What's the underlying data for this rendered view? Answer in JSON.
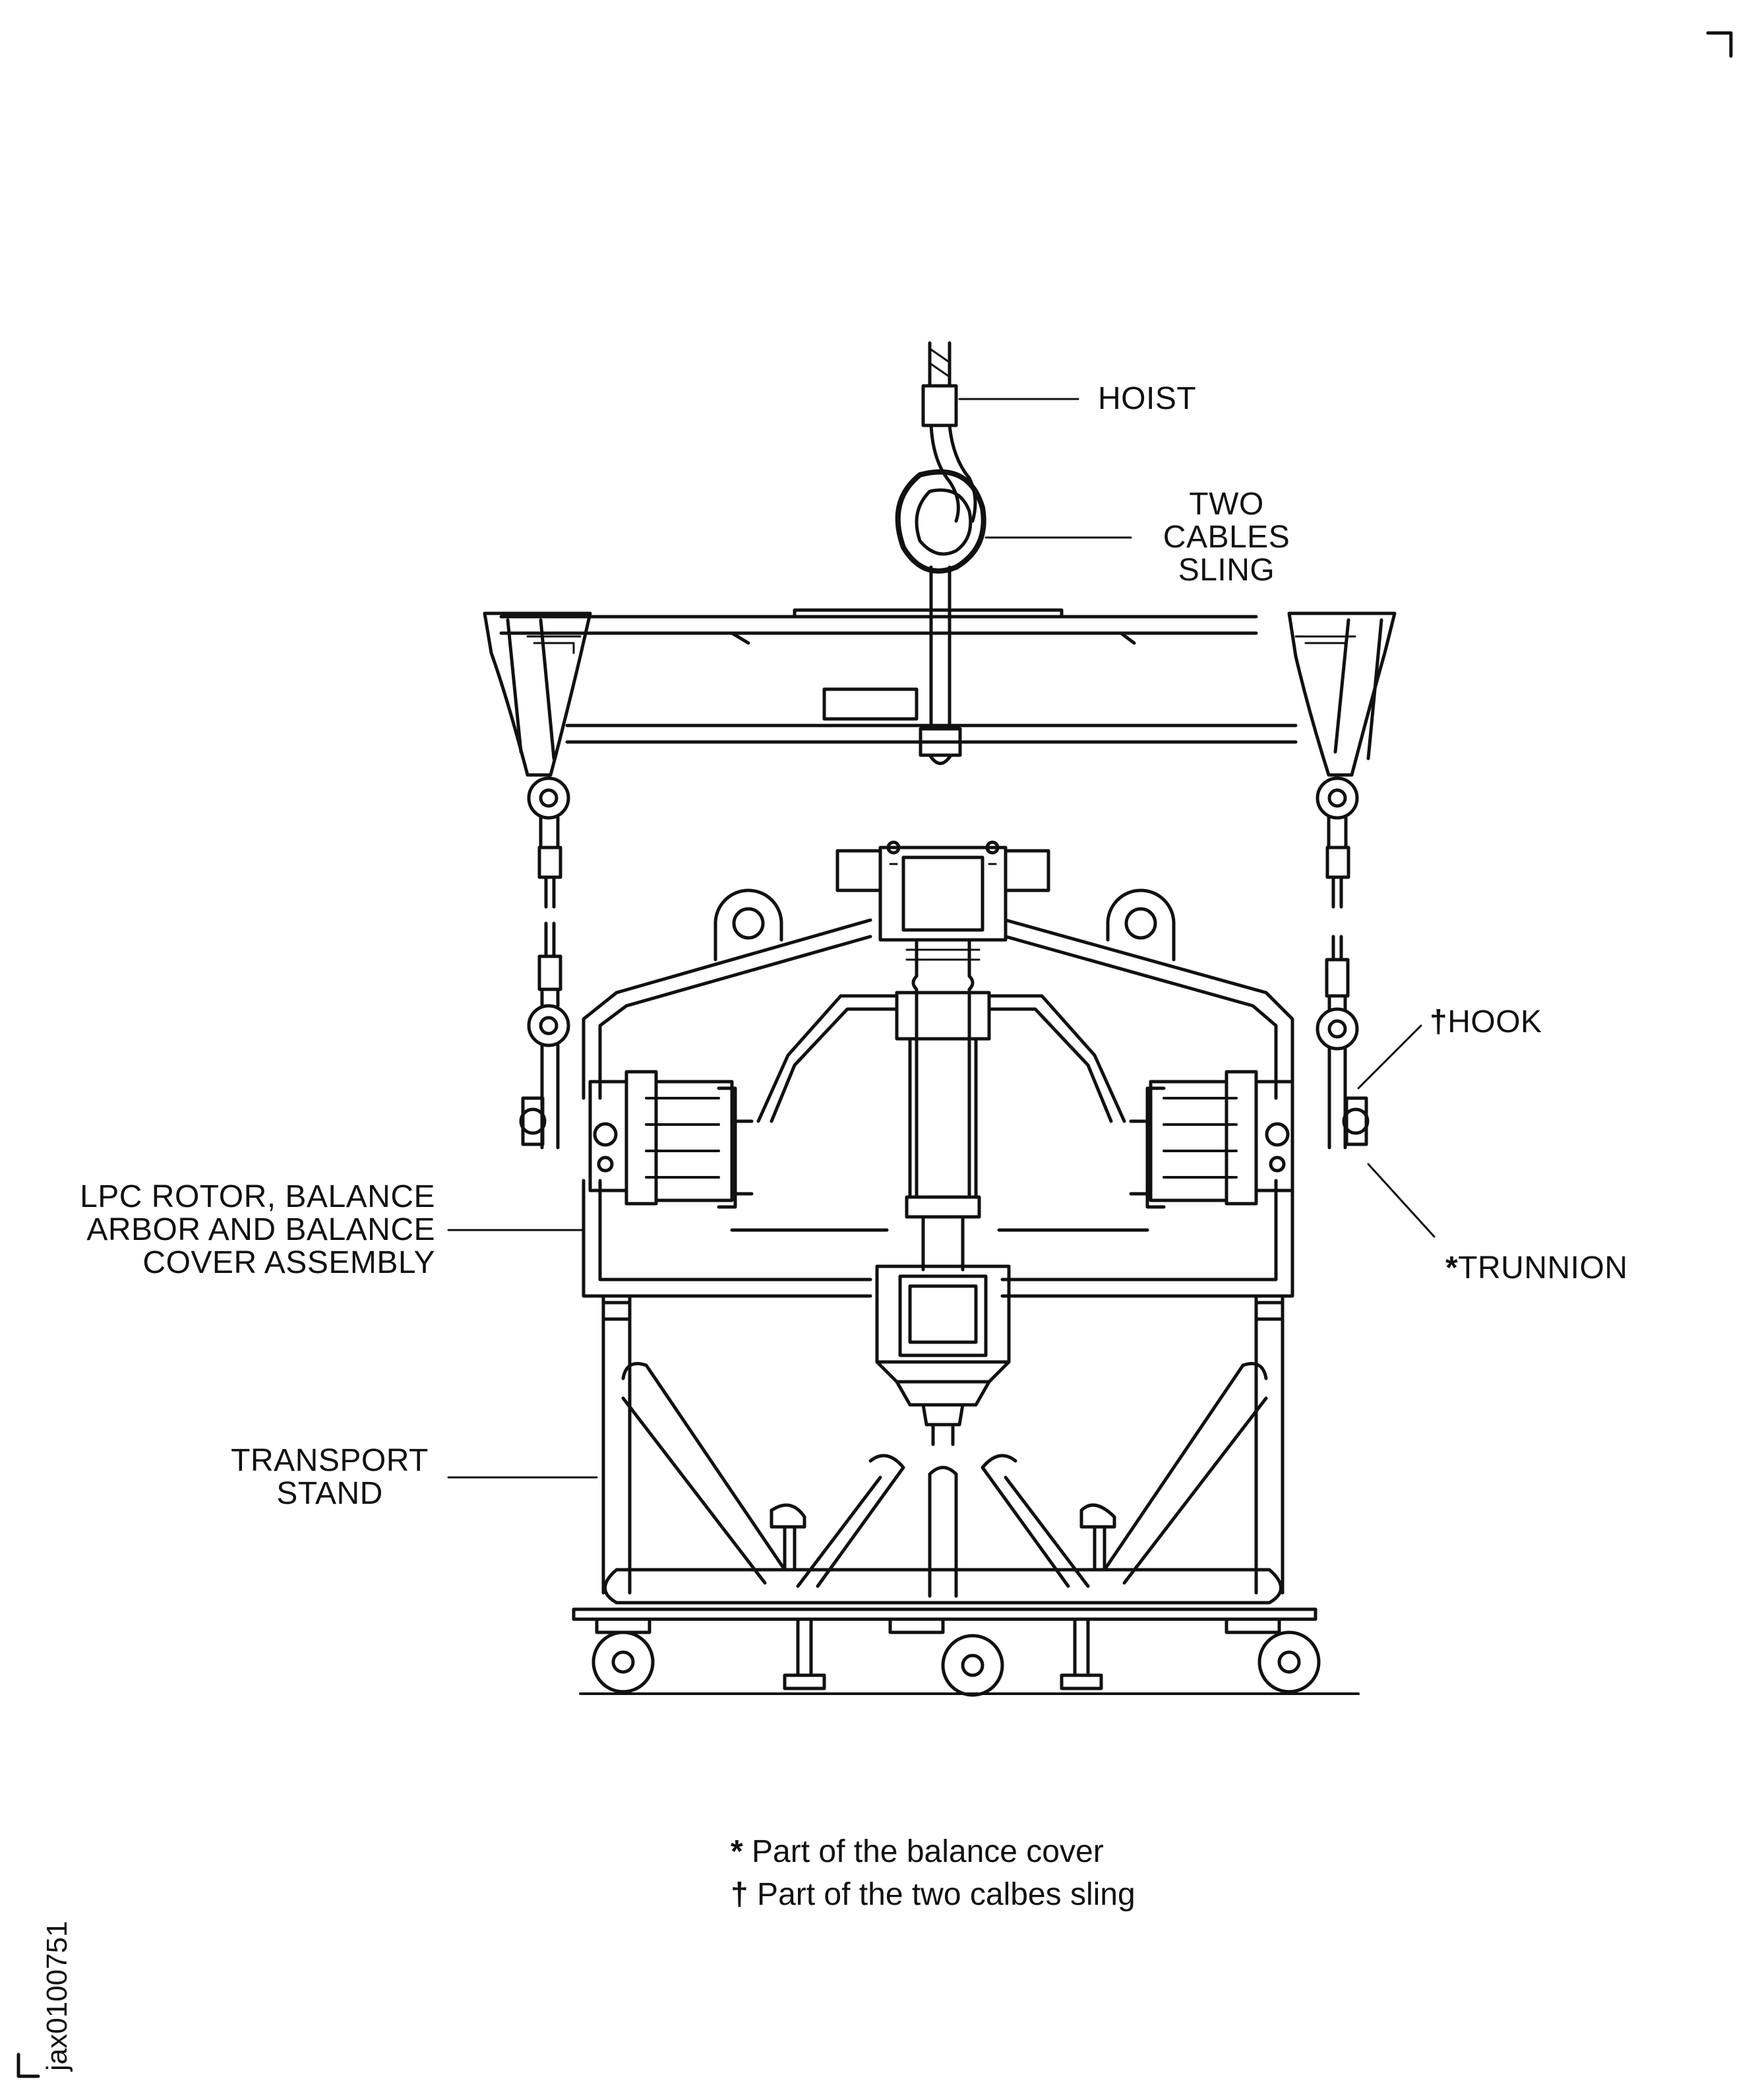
{
  "labels": {
    "hoist": "HOIST",
    "two_cables_sling_1": "TWO",
    "two_cables_sling_2": "CABLES",
    "two_cables_sling_3": "SLING",
    "hook": "HOOK",
    "hook_mark": "†",
    "trunnion": "TRUNNION",
    "trunnion_mark": "*",
    "lpc_1": "LPC ROTOR, BALANCE",
    "lpc_2": "ARBOR AND BALANCE",
    "lpc_3": "COVER ASSEMBLY",
    "transport_1": "TRANSPORT",
    "transport_2": "STAND"
  },
  "legend": {
    "item1_mark": "*",
    "item1_text": "Part of the balance cover",
    "item2_mark": "†",
    "item2_text": "Part of the two calbes sling"
  },
  "document_id": "jax0100751",
  "colors": {
    "ink": "#111111",
    "paper": "#ffffff"
  }
}
